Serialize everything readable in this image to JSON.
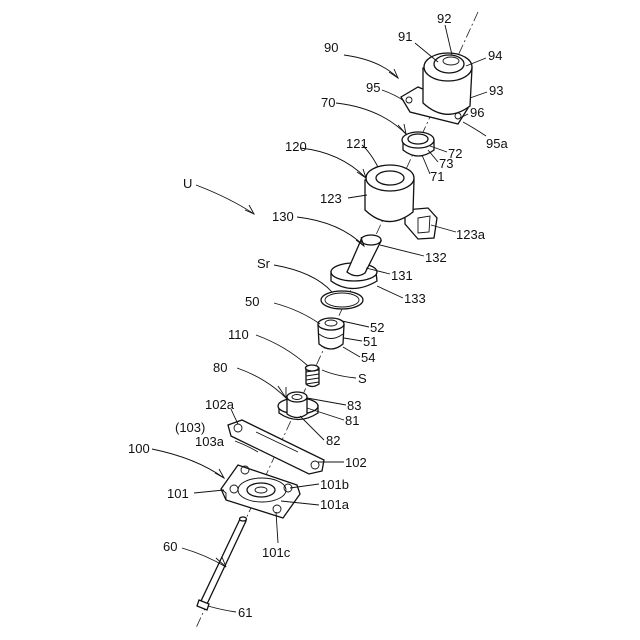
{
  "labels": {
    "l92": "92",
    "l91": "91",
    "l94": "94",
    "l90": "90",
    "l95": "95",
    "l93": "93",
    "l96": "96",
    "l95a": "95a",
    "l70": "70",
    "l72": "72",
    "l73": "73",
    "l71": "71",
    "l121": "121",
    "l120": "120",
    "lU": "U",
    "l123": "123",
    "l123a": "123a",
    "l130": "130",
    "l132": "132",
    "lSr": "Sr",
    "l131": "131",
    "l133": "133",
    "l50": "50",
    "l52": "52",
    "l51": "51",
    "l54": "54",
    "l110": "110",
    "lS": "S",
    "l80": "80",
    "l83": "83",
    "l81": "81",
    "l102a": "102a",
    "l82": "82",
    "l103": "(103)",
    "l103a": "103a",
    "l102": "102",
    "l100": "100",
    "l101b": "101b",
    "l101": "101",
    "l101a": "101a",
    "l60": "60",
    "l101c": "101c",
    "l61": "61"
  }
}
